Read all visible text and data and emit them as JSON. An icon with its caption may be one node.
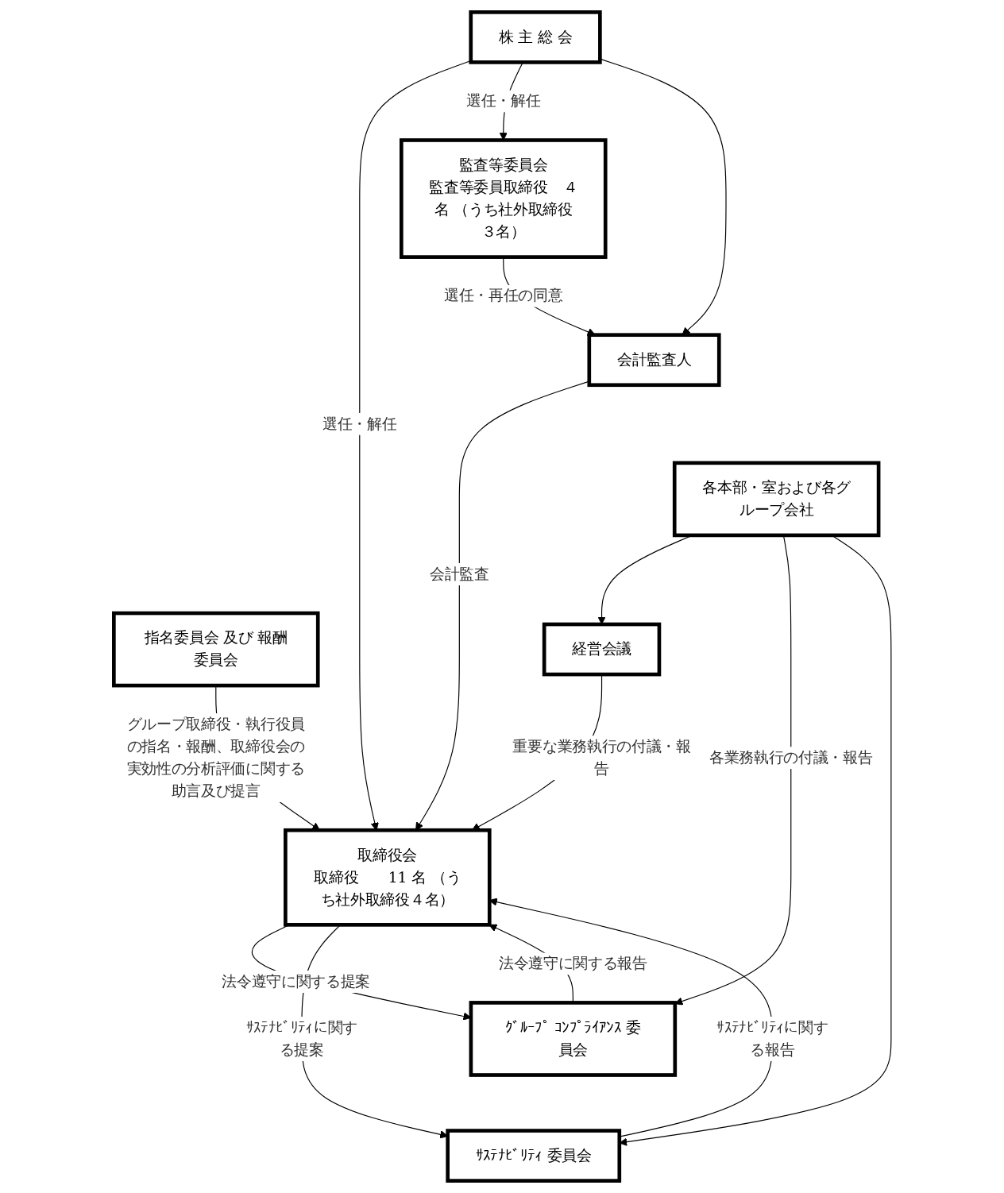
{
  "diagram": {
    "nodes": [
      {
        "text": [
          "株 主 総 会"
        ]
      },
      {
        "text": [
          "取締役会",
          "取締役　　11 名 （うち社外取締役４名）"
        ]
      },
      {
        "text": [
          "監査等委員会",
          "監査等委員取締役　４名 （うち社外取締役３名）"
        ]
      },
      {
        "text": [
          "会計監査人"
        ]
      },
      {
        "text": [
          "指名委員会 及び 報酬委員会"
        ]
      },
      {
        "text": [
          "経営会議"
        ]
      },
      {
        "text": [
          "ｸﾞﾙｰﾌﾟ ｺﾝﾌﾟﾗｲｱﾝｽ 委員会"
        ]
      },
      {
        "text": [
          "ｻｽﾃﾅﾋﾞﾘﾃｨ 委員会"
        ]
      },
      {
        "text": [
          "各本部・室および各グループ会社"
        ]
      }
    ],
    "edges": [
      {
        "from": 0,
        "to": 1,
        "arrow": "to",
        "label": "選任・解任"
      },
      {
        "from": 0,
        "to": 2,
        "arrow": "to",
        "label": "選任・解任"
      },
      {
        "from": 0,
        "to": 3,
        "arrow": "to"
      },
      {
        "from": 2,
        "to": 3,
        "arrow": "to",
        "label": "選任・再任の同意"
      },
      {
        "from": 3,
        "to": 1,
        "arrow": "to",
        "label": "会計監査"
      },
      {
        "from": 4,
        "to": 1,
        "arrow": "to",
        "label": "グループ取締役・執行役員の指名・報酬、取締役会の実効性の分析評価に関する助言及び提言"
      },
      {
        "from": 5,
        "to": 1,
        "arrow": "to",
        "label": "重要な業務執行の付議・報告"
      },
      {
        "from": 6,
        "to": 1,
        "arrow": "to",
        "label": "法令遵守に関する報告"
      },
      {
        "from": 1,
        "to": 6,
        "arrow": "to",
        "label": "法令遵守に関する提案"
      },
      {
        "from": 7,
        "to": 1,
        "arrow": "to",
        "label": "ｻｽﾃﾅﾋﾞﾘﾃｨに関する報告"
      },
      {
        "from": 1,
        "to": 7,
        "arrow": "to",
        "label": "ｻｽﾃﾅﾋﾞﾘﾃｨに関する提案"
      },
      {
        "from": 8,
        "to": 5,
        "arrow": "to"
      },
      {
        "from": 8,
        "to": 6,
        "arrow": "to",
        "label": "各業務執行の付議・報告"
      },
      {
        "from": 8,
        "to": 7,
        "arrow": "to"
      }
    ]
  }
}
